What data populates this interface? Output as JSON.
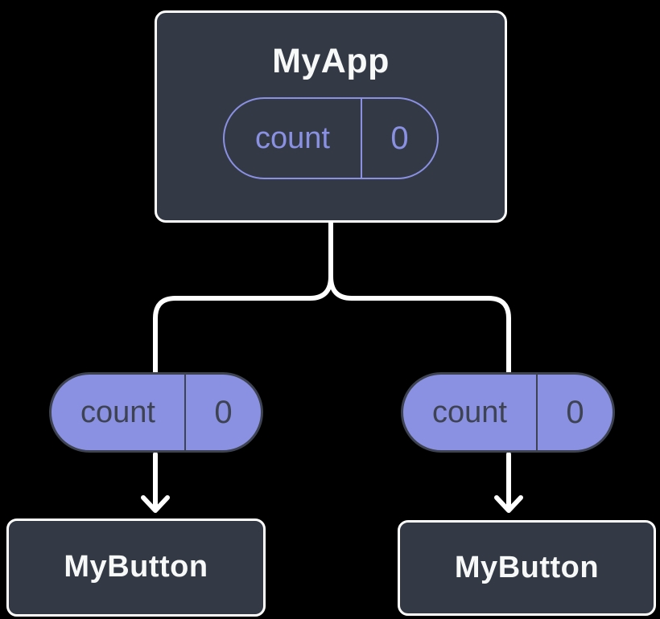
{
  "colors": {
    "background": "#000000",
    "node_fill": "#333a45",
    "node_border": "#ffffff",
    "accent_purple": "#8a90e2",
    "dark_text": "#3d4350",
    "white_text": "#f7f8f8"
  },
  "tree": {
    "root": {
      "title": "MyApp",
      "state": {
        "label": "count",
        "value": "0"
      }
    },
    "children": [
      {
        "title": "MyButton",
        "prop": {
          "label": "count",
          "value": "0"
        }
      },
      {
        "title": "MyButton",
        "prop": {
          "label": "count",
          "value": "0"
        }
      }
    ]
  }
}
